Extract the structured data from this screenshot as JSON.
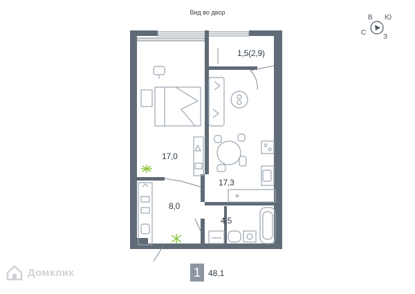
{
  "plan": {
    "view_label": "Вид во двор",
    "compass": {
      "n": "В",
      "e": "Ю",
      "s": "З",
      "w": "С"
    },
    "rooms": {
      "balcony": "1,5(2,9)",
      "bedroom": "17,0",
      "kitchen_living": "17,3",
      "hallway": "8,0",
      "bathroom": "4,5"
    },
    "footer": {
      "rooms_count": "1",
      "total_area": "48,1"
    },
    "watermark": "Домклик",
    "colors": {
      "wall": "#5f6b76",
      "furniture": "#9aa5af",
      "accent": "#8cc63f"
    }
  }
}
